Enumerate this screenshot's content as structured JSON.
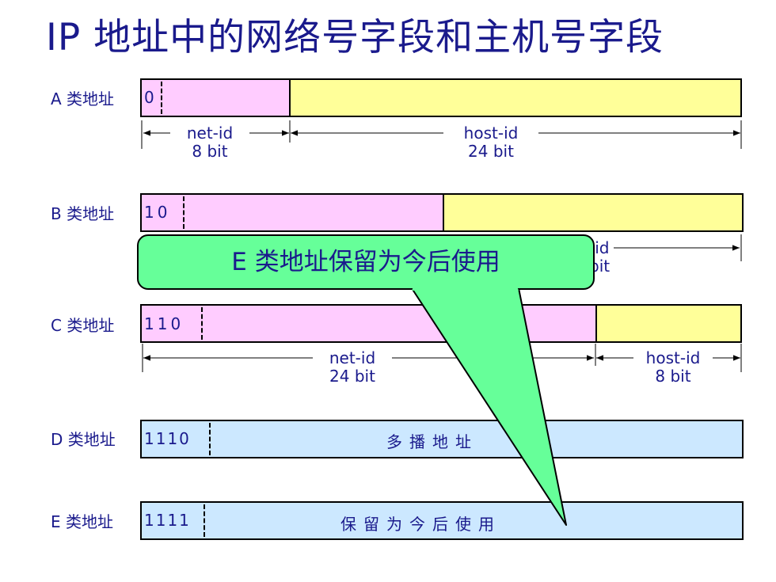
{
  "title": "IP 地址中的网络号字段和主机号字段",
  "classes": {
    "a": {
      "label": "A 类地址",
      "bits": "0",
      "net_label": "net-id",
      "net_size": "8 bit",
      "host_label": "host-id",
      "host_size": "24 bit"
    },
    "b": {
      "label": "B 类地址",
      "bits": "10",
      "host_label_partial": "-id",
      "host_size_partial": "bit"
    },
    "c": {
      "label": "C 类地址",
      "bits": "110",
      "net_label": "net-id",
      "net_size": "24 bit",
      "host_label": "host-id",
      "host_size": "8 bit"
    },
    "d": {
      "label": "D 类地址",
      "bits": "1110",
      "text": "多播地址"
    },
    "e": {
      "label": "E 类地址",
      "bits": "1111",
      "text": "保留为今后使用"
    }
  },
  "callout": {
    "text": "E 类地址保留为今后使用"
  },
  "colors": {
    "title": "#1a1a8c",
    "pink": "#ffccff",
    "yellow": "#ffff99",
    "blue": "#cce8ff",
    "callout": "#66ff99"
  }
}
